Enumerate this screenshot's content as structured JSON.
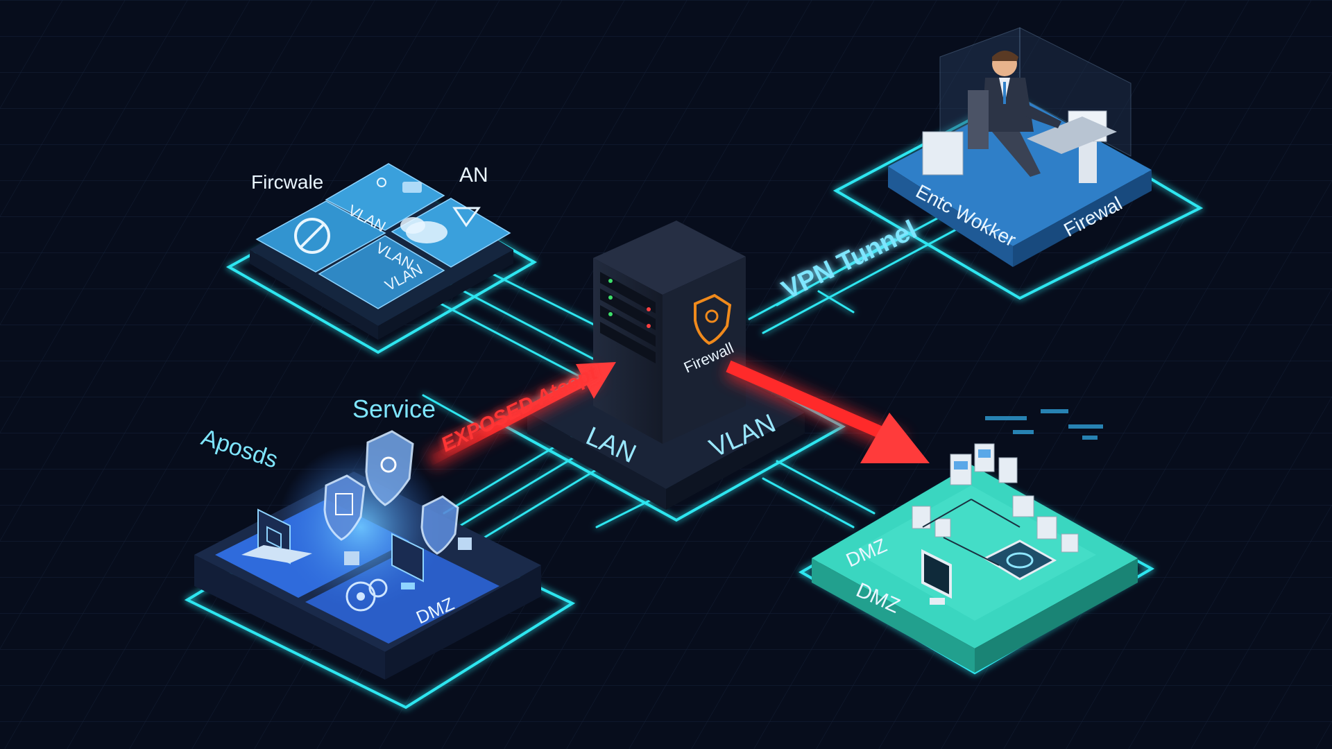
{
  "colors": {
    "background": "#070d1c",
    "glow": "#2fe6f0",
    "lan_blue": "#3aa0dc",
    "services_blue": "#2f6bdc",
    "dmz_teal": "#3ad6c0",
    "worker_blue": "#2f7fc8",
    "firewall_dark": "#1c2436",
    "firewall_icon": "#f08a1c",
    "threat_red": "#ff2a2a"
  },
  "icons": {
    "firewall": "shield-icon",
    "server_rack": "server-rack-icon",
    "threat": "arrow-icon",
    "worker": "person-icon",
    "services": "shield-icon"
  },
  "labels": {
    "lan_zone_firewall": "Fircwale",
    "lan_zone_lan": "AN",
    "lan_tile_vlan_1": "VLAN",
    "lan_tile_vlan_2": "VLAN",
    "lan_tile_vlan_3": "VLAN",
    "vpn_tunnel": "VPN Tunnel",
    "worker_label": "Entc Wokker",
    "worker_firewall": "Firewal",
    "firewall_label": "Firewall",
    "core_lan": "LAN",
    "core_vlan": "VLAN",
    "service": "Service",
    "aposds": "Aposds",
    "exposed_attempt": "EXPOSED Ateept",
    "services_dmz": "DMZ",
    "dmz_upper": "DMZ",
    "dmz_lower": "DMZ"
  }
}
